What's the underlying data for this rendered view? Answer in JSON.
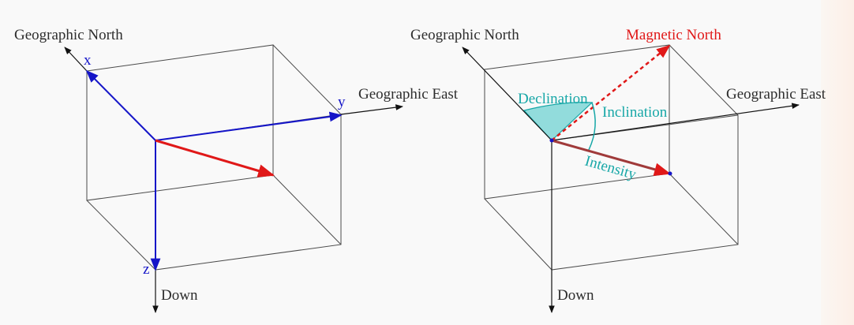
{
  "left_diagram": {
    "north_label": "Geographic North",
    "east_label": "Geographic East",
    "down_label": "Down",
    "axis_x": "x",
    "axis_y": "y",
    "axis_z": "z"
  },
  "right_diagram": {
    "north_label": "Geographic North",
    "east_label": "Geographic East",
    "down_label": "Down",
    "magnetic_north_label": "Magnetic North",
    "declination_label": "Declination",
    "inclination_label": "Inclination",
    "intensity_label": "Intensity"
  },
  "colors": {
    "axis_blue": "#1515c8",
    "field_red": "#e01818",
    "angle_teal": "#17a7a7",
    "edge_gray": "#4a4a4a"
  }
}
